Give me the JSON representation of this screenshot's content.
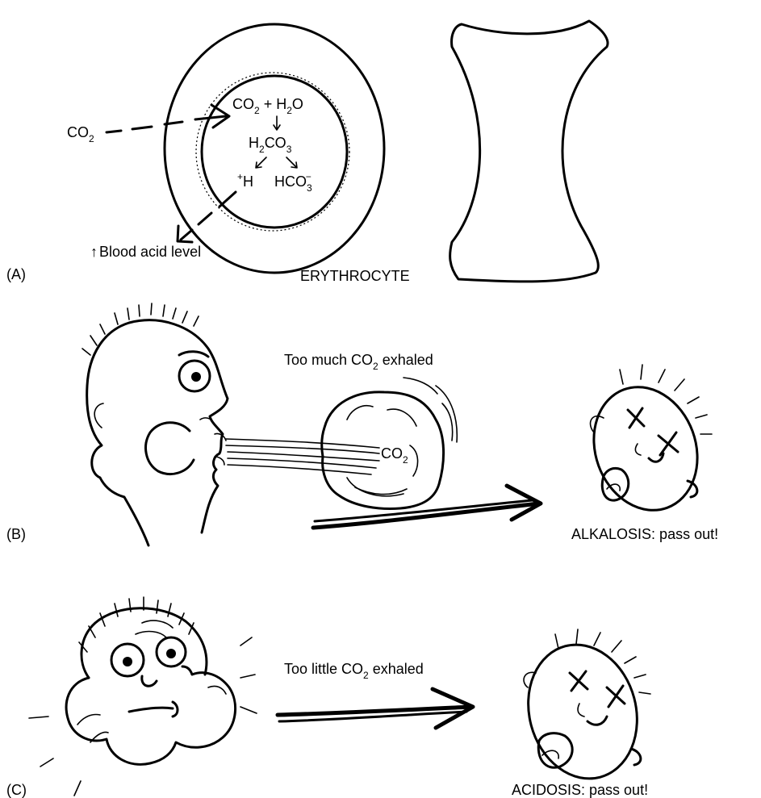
{
  "panel_a": {
    "letter": "(A)",
    "co2_in": {
      "main": "CO",
      "sub": "2"
    },
    "eq1": {
      "a": "CO",
      "a_sub": "2",
      "b": " + H",
      "b_sub": "2",
      "c": "O"
    },
    "carbonic": {
      "a": "H",
      "a_sub": "2",
      "b": "CO",
      "b_sub": "3"
    },
    "proton": {
      "sup": "+",
      "main": "H"
    },
    "bicarb": {
      "main": "HCO",
      "sub": "3",
      "sup": "−"
    },
    "arrow_up": "↑",
    "blood_acid": "Blood acid level",
    "erythrocyte": "ERYTHROCYTE"
  },
  "panel_b": {
    "letter": "(B)",
    "exhaled": {
      "a": "Too much CO",
      "a_sub": "2",
      "b": " exhaled"
    },
    "cloud_co2": {
      "main": "CO",
      "sub": "2"
    },
    "result": "ALKALOSIS: pass out!"
  },
  "panel_c": {
    "letter": "(C)",
    "exhaled": {
      "a": "Too little CO",
      "a_sub": "2",
      "b": " exhaled"
    },
    "result": "ACIDOSIS: pass out!"
  }
}
